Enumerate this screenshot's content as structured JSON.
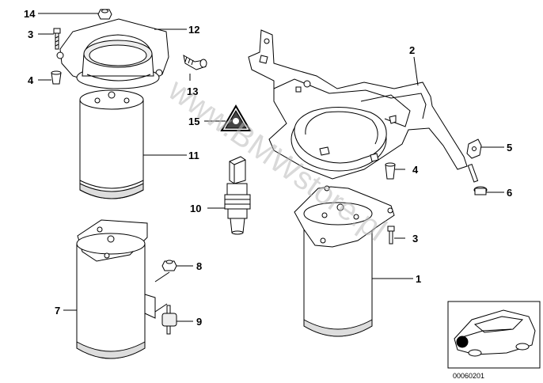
{
  "diagram": {
    "watermark": "www.BMWstore.pl",
    "reference_code": "00060201",
    "callouts": {
      "c1": "1",
      "c2": "2",
      "c3a": "3",
      "c3b": "3",
      "c4a": "4",
      "c4b": "4",
      "c5": "5",
      "c6": "6",
      "c7": "7",
      "c8": "8",
      "c9": "9",
      "c10": "10",
      "c11": "11",
      "c12": "12",
      "c13": "13",
      "c14": "14",
      "c15": "15"
    }
  },
  "colors": {
    "line": "#000000",
    "watermark": "#bbbbbb",
    "shade": "#dcdcdc"
  }
}
